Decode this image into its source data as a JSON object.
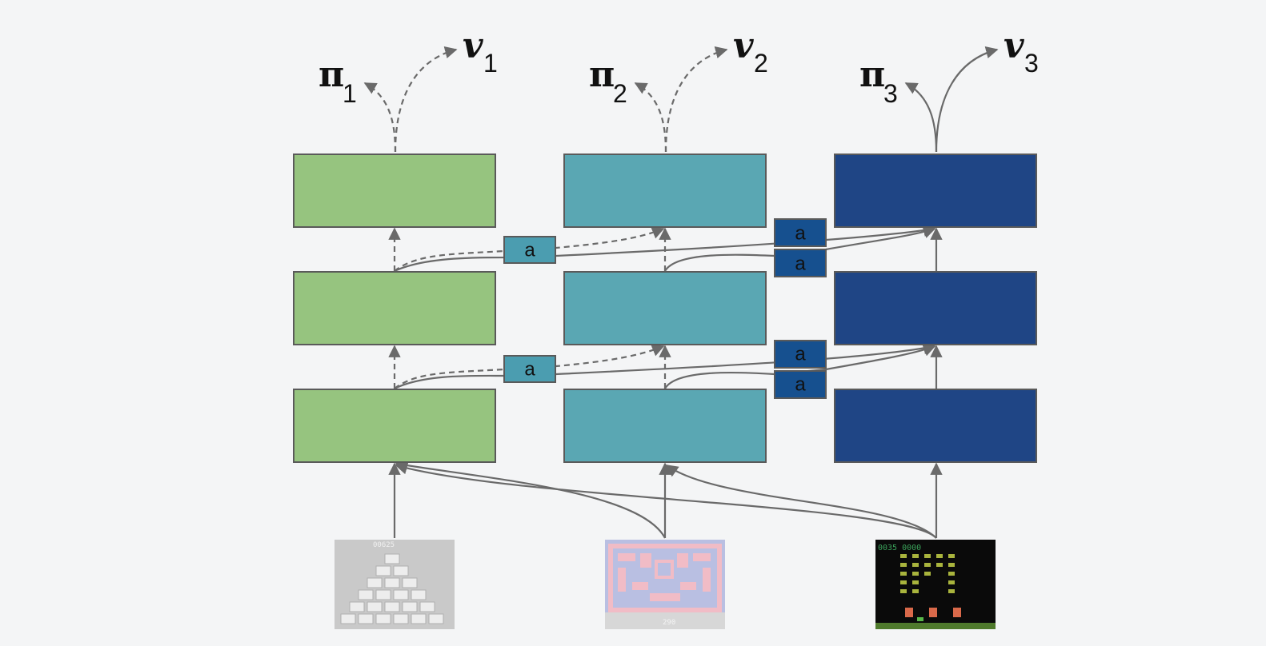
{
  "outputs": [
    {
      "policy": "π",
      "policy_sub": "1",
      "value": "v",
      "value_sub": "1"
    },
    {
      "policy": "π",
      "policy_sub": "2",
      "value": "v",
      "value_sub": "2"
    },
    {
      "policy": "π",
      "policy_sub": "3",
      "value": "v",
      "value_sub": "3"
    }
  ],
  "adapter_label": "a",
  "colors": {
    "column1": "#96c47f",
    "column2": "#5aa7b3",
    "column3": "#1f4585",
    "adapter_column1": "#4b9db0",
    "adapter_column2": "#16508f",
    "arrow": "#6a6a6a",
    "border": "#5a5a5a"
  },
  "columns": [
    {
      "frozen": true,
      "input": "Q*bert game frame",
      "score": "00625"
    },
    {
      "frozen": true,
      "input": "Ms. Pac-Man game frame",
      "score": "290"
    },
    {
      "frozen": false,
      "input": "Space Invaders game frame",
      "score": "0035 0000"
    }
  ]
}
